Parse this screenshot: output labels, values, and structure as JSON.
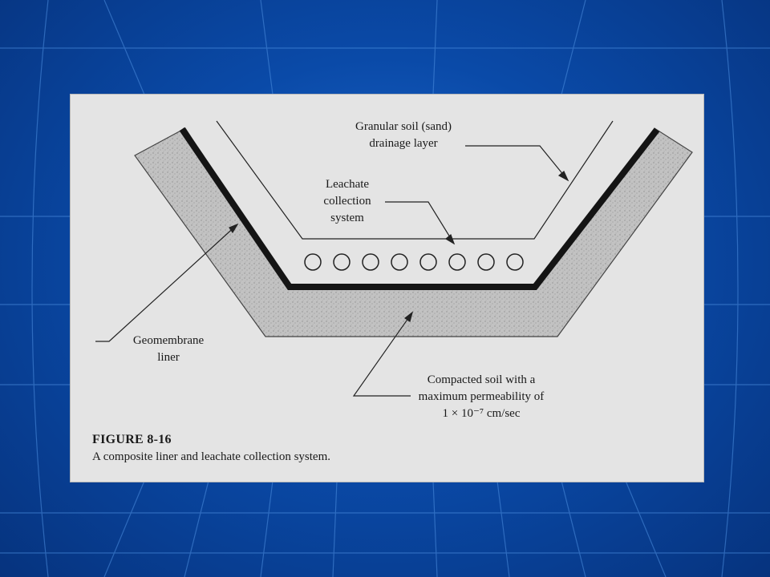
{
  "figure": {
    "title": "FIGURE 8-16",
    "caption": "A composite liner and leachate collection system."
  },
  "labels": {
    "drainage": [
      "Granular soil (sand)",
      "drainage layer"
    ],
    "leachate": [
      "Leachate",
      "collection",
      "system"
    ],
    "geomembrane": [
      "Geomembrane",
      "liner"
    ],
    "compacted": [
      "Compacted soil with a",
      "maximum permeability of",
      "1 × 10⁻⁷ cm/sec"
    ]
  },
  "pipes": {
    "count": 8
  },
  "colors": {
    "background": "#0a4aa8",
    "paper": "#e4e4e4",
    "ink": "#1a1a1a",
    "soil": "#bdbdbd"
  }
}
